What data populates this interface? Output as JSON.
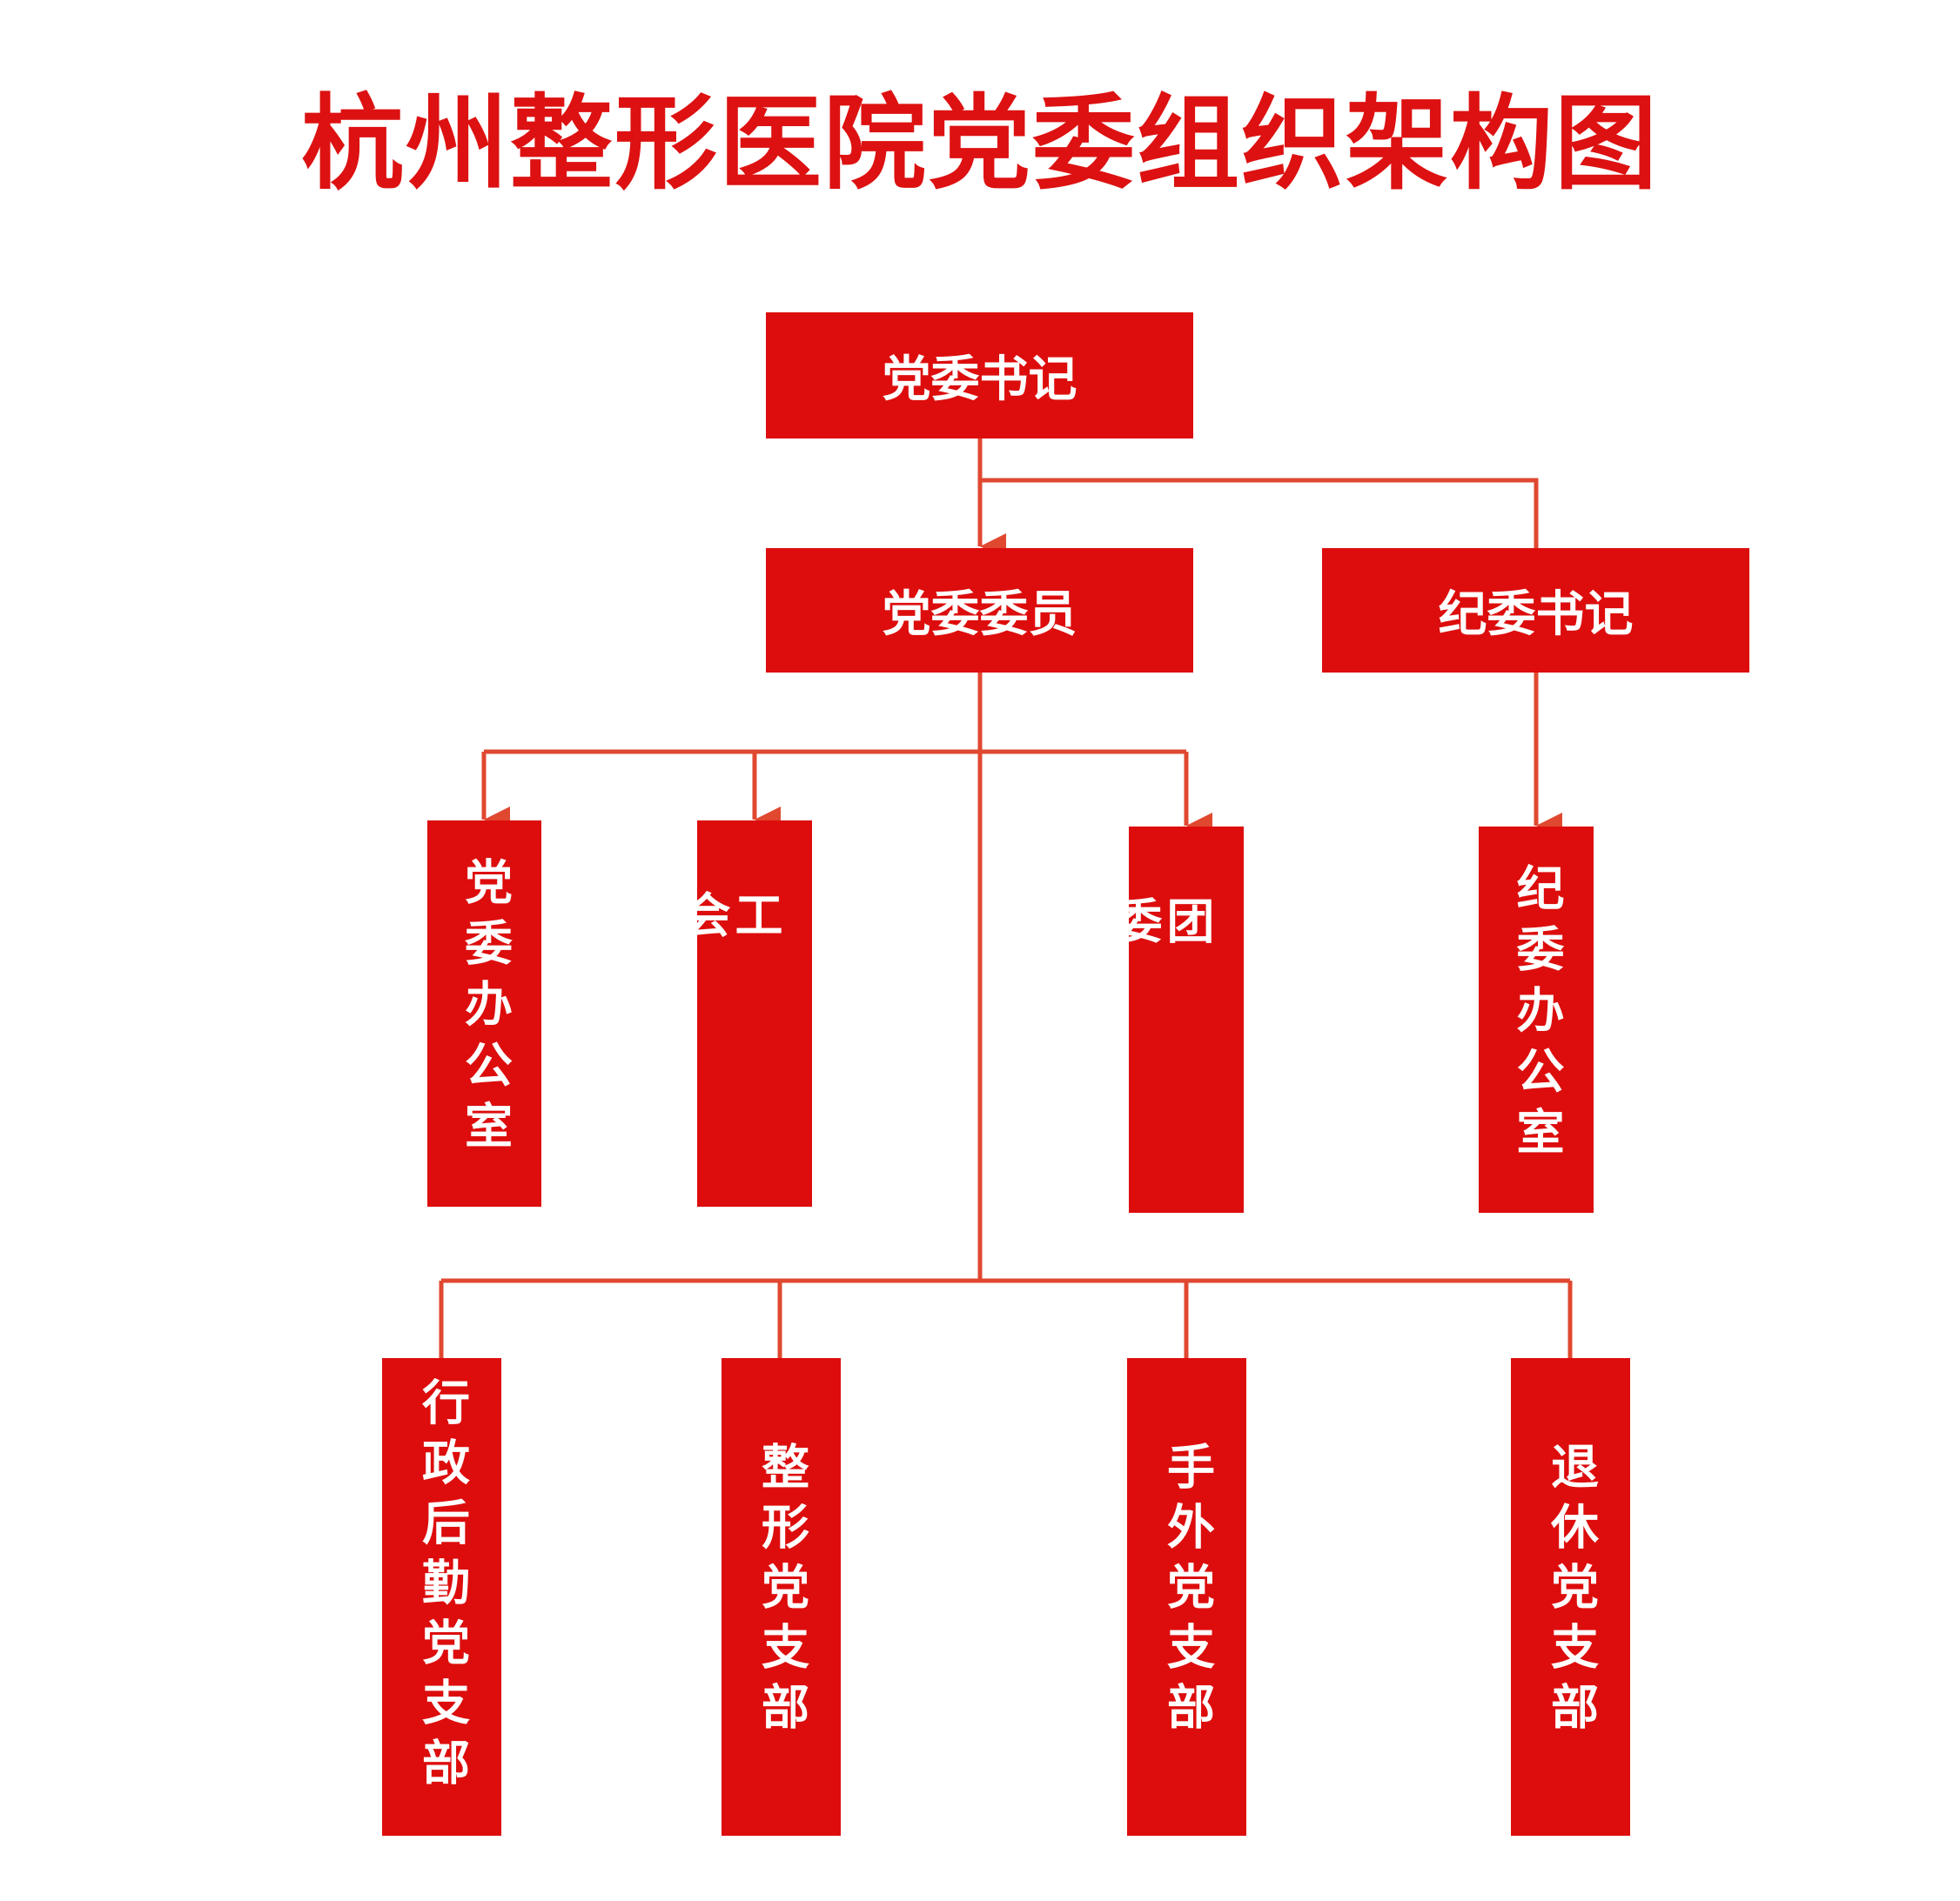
{
  "title": "杭州整形医院党委组织架构图",
  "colors": {
    "box": "#DD0D0D",
    "line": "#E04830",
    "title": "#DD1111"
  },
  "level1": {
    "secretary": "党委书记"
  },
  "level2": {
    "members": "党委委员",
    "discipline_secretary": "纪委书记"
  },
  "level3": [
    "党委办公室",
    "工会",
    "团委",
    "纪委办公室"
  ],
  "level4": [
    "行政后勤党支部",
    "整形党支部",
    "手外党支部",
    "退休党支部"
  ]
}
